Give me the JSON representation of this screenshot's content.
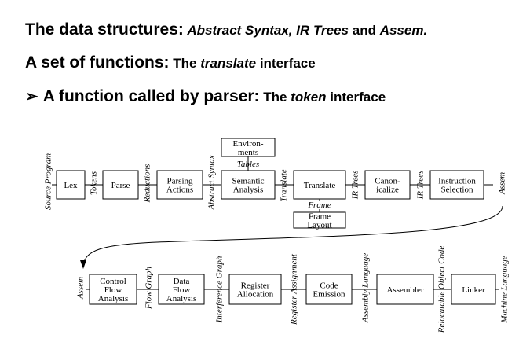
{
  "bullets": {
    "line1": {
      "prefix": "The data structures:",
      "a": "Abstract Syntax, IR Trees",
      "b": " and ",
      "c": "Assem."
    },
    "line2": {
      "prefix": "A set of functions:",
      "a": " The ",
      "b": "translate",
      "c": " interface"
    },
    "line3": {
      "bullet": "➢",
      "prefix": "A function called by parser:",
      "a": " The ",
      "b": "token",
      "c": " interface"
    }
  },
  "diagram": {
    "row1": {
      "boxes": [
        "Lex",
        "Parse",
        "Parsing\nActions",
        "Semantic\nAnalysis",
        "Translate",
        "Canon-\nicalize",
        "Instruction\nSelection"
      ],
      "labels": [
        "Source Program",
        "Tokens",
        "Reductions",
        "Abstract Syntax",
        "Translate",
        "IR Trees",
        "IR Trees",
        "Assem"
      ]
    },
    "env_box": "Environ-\nments",
    "tables_label": "Tables",
    "frame_label": "Frame",
    "frame_layout_box": "Frame\nLayout",
    "row2": {
      "boxes": [
        "Control\nFlow\nAnalysis",
        "Data\nFlow\nAnalysis",
        "Register\nAllocation",
        "Code\nEmission",
        "Assembler",
        "Linker"
      ],
      "labels": [
        "Assem",
        "Flow Graph",
        "Interference Graph",
        "Register Assignment",
        "Assembly Language",
        "Relocatable Object Code",
        "Machine Language"
      ]
    }
  }
}
